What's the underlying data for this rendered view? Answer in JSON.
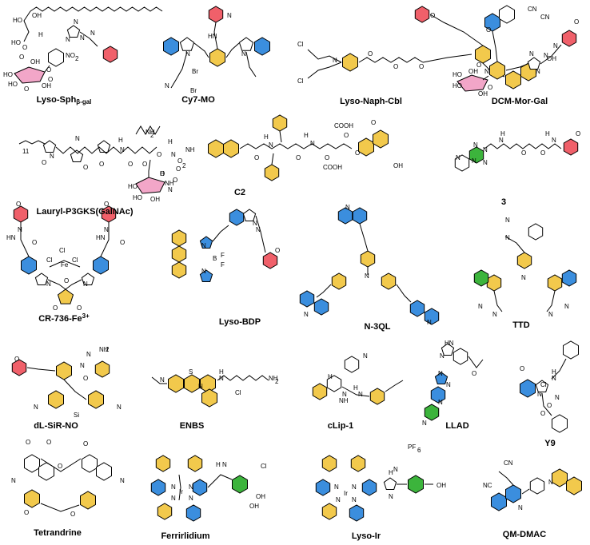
{
  "colors": {
    "morpholine": "#f0606a",
    "aryl_yellow": "#f2c94c",
    "aryl_blue": "#3b8ede",
    "green": "#3cb43c",
    "sugar_pink": "#f2a6c8",
    "bond": "#000000"
  },
  "compounds": [
    {
      "label": "Lyso-Sphβ-gal",
      "label_main": "Lyso-Sph",
      "label_sub": "β-gal"
    },
    {
      "label": "Cy7-MO"
    },
    {
      "label": "Lyso-Naph-Cbl"
    },
    {
      "label": "DCM-Mor-Gal"
    },
    {
      "label": "Lauryl-P3GKS(GalNAc)"
    },
    {
      "label": "C2"
    },
    {
      "label": "3"
    },
    {
      "label": "CR-736-Fe3+",
      "label_main": "CR-736-Fe",
      "label_sup": "3+"
    },
    {
      "label": "Lyso-BDP"
    },
    {
      "label": "N-3QL"
    },
    {
      "label": "TTD"
    },
    {
      "label": "dL-SiR-NO"
    },
    {
      "label": "ENBS"
    },
    {
      "label": "cLip-1"
    },
    {
      "label": "LLAD"
    },
    {
      "label": "Y9"
    },
    {
      "label": "Tetrandrine"
    },
    {
      "label": "Ferrirlidium"
    },
    {
      "label": "Lyso-Ir"
    },
    {
      "label": "QM-DMAC"
    }
  ],
  "atoms": {
    "c0": [
      "HO",
      "OH",
      "HO",
      "O",
      "H",
      "N",
      "N",
      "N",
      "N",
      "NO",
      "2",
      "O",
      "O",
      "OH",
      "OH",
      "HO",
      "HO",
      "O",
      "O"
    ],
    "c1": [
      "N",
      "HN",
      "N",
      "N",
      "Br",
      "Br",
      "N"
    ],
    "c2": [
      "Cl",
      "Cl",
      "N",
      "O",
      "O",
      "O",
      "O",
      "N",
      "OH"
    ],
    "c3": [
      "CN",
      "CN",
      "O",
      "O",
      "N",
      "N",
      "N",
      "N",
      "O",
      "OH",
      "OH",
      "HO",
      "HO",
      "O"
    ],
    "c4": [
      "11",
      "O",
      "N",
      "N",
      "O",
      "O",
      "H",
      "N",
      "O",
      "NH",
      "2",
      "O",
      "H",
      "N",
      "O",
      "NH",
      "2",
      "O",
      "HO",
      "HO",
      "OH",
      "O",
      "NH",
      "O",
      "H",
      "N",
      "O"
    ],
    "c5": [
      "O",
      "H",
      "N",
      "O",
      "H",
      "N",
      "O",
      "COOH",
      "O",
      "O",
      "COOH",
      "O",
      "OH"
    ],
    "c6": [
      "N",
      "N",
      "N",
      "N",
      "N",
      "H",
      "N",
      "O",
      "O",
      "H",
      "N",
      "O"
    ],
    "c7": [
      "O",
      "N",
      "O",
      "N",
      "HN",
      "O",
      "HN",
      "O",
      "Cl",
      "Cl",
      "Cl",
      "Fe",
      "N",
      "N",
      "O",
      "O",
      "O"
    ],
    "c8": [
      "N",
      "N",
      "N",
      "B",
      "F",
      "F",
      "N",
      "O"
    ],
    "c9": [
      "N",
      "N",
      "N",
      "N"
    ],
    "c10": [
      "N",
      "N",
      "N",
      "N",
      "N",
      "N",
      "N"
    ],
    "c11": [
      "O",
      "N",
      "N",
      "NH",
      "2",
      "O",
      "N",
      "Si",
      "N"
    ],
    "c12": [
      "N",
      "S",
      "N",
      "H",
      "N",
      "NH",
      "2",
      "Cl"
    ],
    "c13": [
      "H",
      "N",
      "NH",
      "N",
      "H",
      "N"
    ],
    "c14": [
      "HN",
      "N",
      "N",
      "N",
      "O",
      "N",
      "N"
    ],
    "c15": [
      "H",
      "N",
      "O",
      "Cl",
      "N",
      "N",
      "O",
      "O"
    ],
    "c16": [
      "O",
      "O",
      "O",
      "N",
      "N",
      "O",
      "O",
      "O"
    ],
    "c17": [
      "H",
      "N",
      "Cl",
      "N",
      "N",
      "Ir",
      "N",
      "N",
      "OH",
      "OH"
    ],
    "c18": [
      "PF",
      "6",
      "N",
      "N",
      "Ir",
      "N",
      "N",
      "H",
      "N",
      "N",
      "OH"
    ],
    "c19": [
      "NC",
      "CN",
      "N",
      "N"
    ]
  }
}
